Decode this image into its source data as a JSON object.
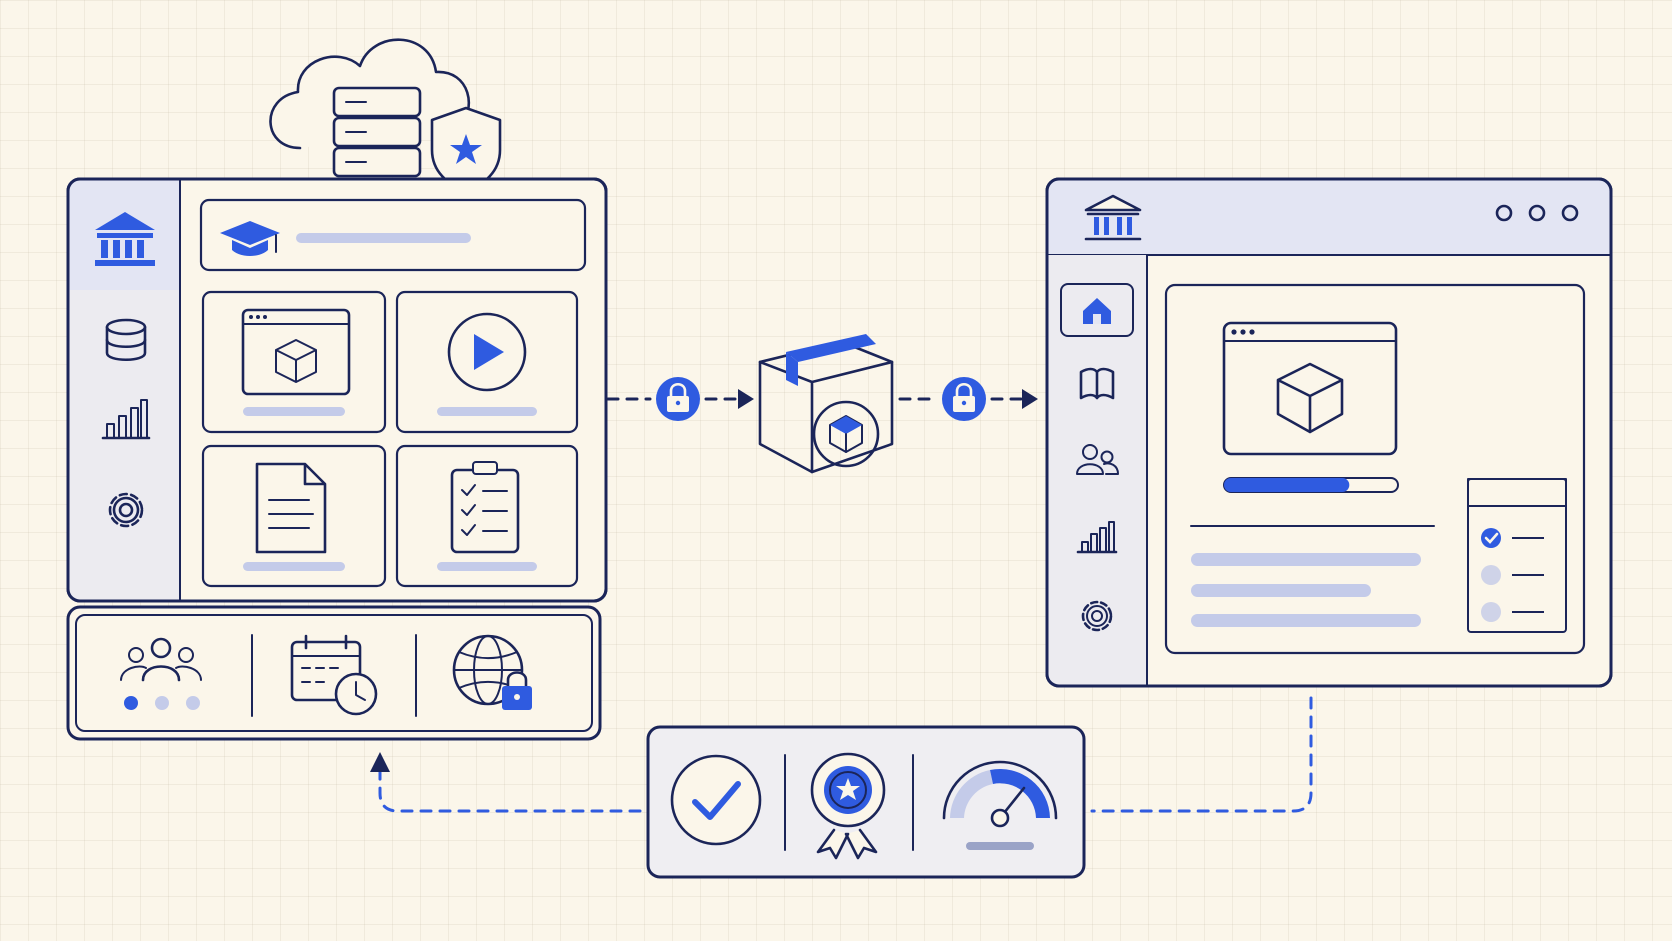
{
  "diagram": {
    "left_app": {
      "sidebar_icons": [
        "institution-icon",
        "database-icon",
        "bar-chart-icon",
        "gear-icon"
      ],
      "header_icon": "graduation-cap-icon",
      "tiles": [
        "browser-package-icon",
        "play-icon",
        "document-icon",
        "checklist-icon"
      ],
      "footer_icons": [
        "users-icon",
        "calendar-clock-icon",
        "globe-lock-icon"
      ],
      "carousel_dots": 3,
      "carousel_active_index": 0
    },
    "cloud_icons": [
      "cloud-icon",
      "server-stack-icon",
      "shield-star-icon"
    ],
    "transfer_icons": [
      "lock-icon",
      "package-box-icon",
      "lock-icon"
    ],
    "right_app": {
      "titlebar_icons": [
        "institution-icon",
        "window-dots-icon"
      ],
      "sidebar_icons": [
        "home-icon",
        "book-icon",
        "users-icon",
        "bar-chart-icon",
        "gear-icon"
      ],
      "selected_sidebar": "home-icon",
      "progress": 0.72,
      "checklist_checked": 1,
      "checklist_total": 3
    },
    "feedback_panel": {
      "icons": [
        "checkmark-circle-icon",
        "award-ribbon-icon",
        "speedometer-icon"
      ]
    },
    "colors": {
      "accent": "#2f5be0",
      "ink": "#1b2559",
      "paper": "#fbf6ea",
      "muted_bar": "#c4cbe9"
    }
  }
}
